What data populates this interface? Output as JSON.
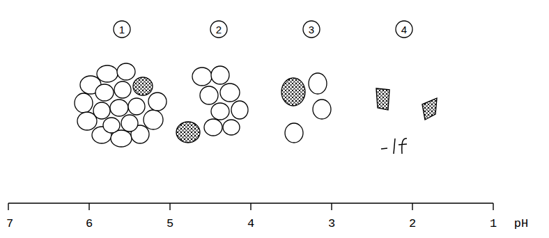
{
  "diagram": {
    "nodes": [
      {
        "text": [
          "1"
        ]
      },
      {
        "text": [
          "2"
        ]
      },
      {
        "text": [
          "3"
        ]
      },
      {
        "text": [
          "4"
        ]
      }
    ],
    "labels": [
      "7",
      "6",
      "5",
      "4",
      "3",
      "2",
      "1",
      "pH"
    ]
  }
}
